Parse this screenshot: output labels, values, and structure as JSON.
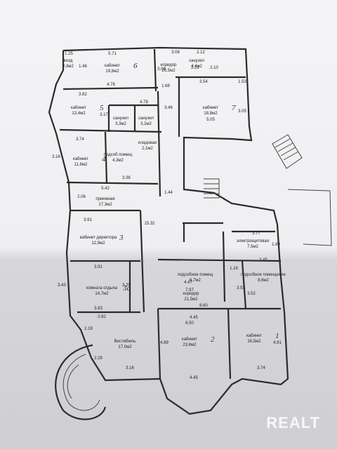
{
  "watermark": "REALT",
  "rooms": [
    {
      "id": "r6",
      "name": "кабинет",
      "area": "19,8м2",
      "num": "6"
    },
    {
      "id": "r5",
      "name": "кабинет",
      "area": "13,4м2",
      "num": "5"
    },
    {
      "id": "r4",
      "name": "кабинет",
      "area": "11,8м2",
      "num": "4"
    },
    {
      "id": "r7",
      "name": "кабинет",
      "area": "18,8м2",
      "num": "7"
    },
    {
      "id": "r3",
      "name": "кабинет директора",
      "area": "12,9м2",
      "num": "3"
    },
    {
      "id": "r3a",
      "name": "комната отдыха",
      "area": "14,7м2",
      "num": "3а"
    },
    {
      "id": "r2",
      "name": "кабинет",
      "area": "23,6м2",
      "num": "2"
    },
    {
      "id": "r1",
      "name": "кабинет",
      "area": "16,5м2",
      "num": "1"
    },
    {
      "id": "cor1",
      "name": "коридор",
      "area": "25,5м2",
      "num": ""
    },
    {
      "id": "pl",
      "name": "санузел",
      "area": "4,4м2",
      "num": ""
    },
    {
      "id": "su1",
      "name": "санузел",
      "area": "3,3м2",
      "num": ""
    },
    {
      "id": "su2",
      "name": "санузел",
      "area": "3,1м2",
      "num": ""
    },
    {
      "id": "pod1",
      "name": "подсоб помещ",
      "area": "4,3м2",
      "num": ""
    },
    {
      "id": "kl",
      "name": "кладовая",
      "area": "2,1м2",
      "num": ""
    },
    {
      "id": "pr",
      "name": "приемная",
      "area": "17,3м2",
      "num": ""
    },
    {
      "id": "el",
      "name": "электрощитовая",
      "area": "7,5м2",
      "num": ""
    },
    {
      "id": "pod2",
      "name": "подсобное помещ",
      "area": "6,7м2",
      "num": ""
    },
    {
      "id": "pod3",
      "name": "подсобное помещение",
      "area": "8,6м2",
      "num": ""
    },
    {
      "id": "cor2",
      "name": "коридор",
      "area": "21,5м2",
      "num": ""
    },
    {
      "id": "vest",
      "name": "Вестибюль",
      "area": "17,0м2",
      "num": ""
    },
    {
      "id": "lw",
      "name": "вход",
      "area": "2,8м2",
      "num": ""
    }
  ],
  "dims": [
    "5.71",
    "3.08",
    "2.12",
    "1.25",
    "1.46",
    "3.82",
    "4.78",
    "1.68",
    "3.54",
    "1.53",
    "2.22",
    "2.10",
    "3.08",
    "3.17",
    "4.78",
    "3.46",
    "3.05",
    "5.05",
    "3.74",
    "3.16",
    "3.36",
    "5.42",
    "2.06",
    "1.44",
    "15.32",
    "3.91",
    "3.77",
    "1.89",
    "3.91",
    "2.45",
    "1.18",
    "3.43",
    "3.20",
    "6.60",
    "7.97",
    "4.47",
    "3.53",
    "3.52",
    "3.83",
    "2.82",
    "2.18",
    "4.45",
    "6.50",
    "4.89",
    "4.91",
    "2.29",
    "3.16",
    "3.74",
    "4.45"
  ]
}
